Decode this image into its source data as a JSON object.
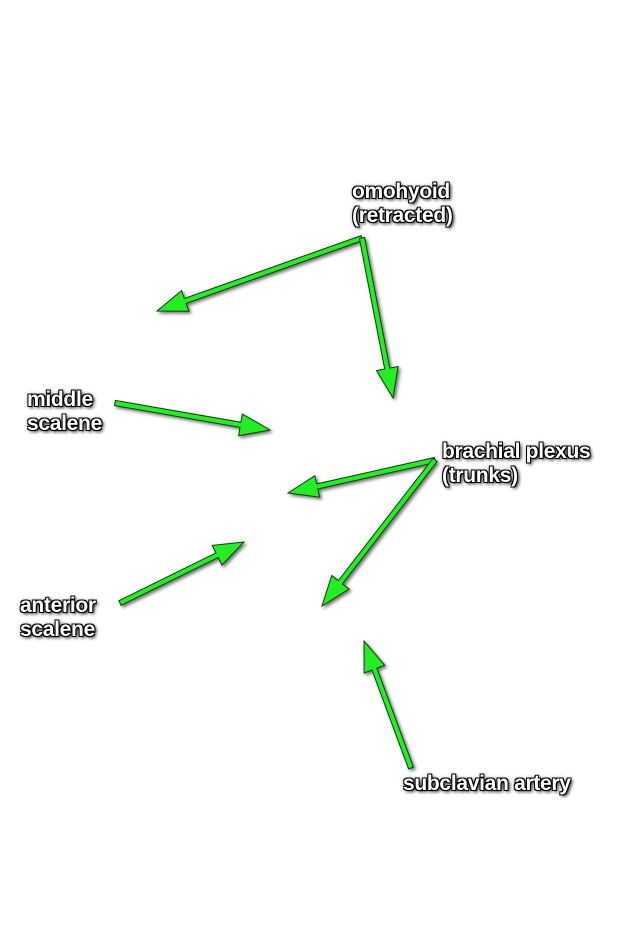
{
  "colors": {
    "arrow": "#22ee22",
    "arrow_outline": "#0a3d0a",
    "label_text": "#ffffff",
    "label_shadow": "#000000",
    "background": "#ffffff"
  },
  "labels": {
    "omohyoid": [
      "omohyoid",
      "(retracted)"
    ],
    "middle_scalene": [
      "middle",
      "scalene"
    ],
    "brachial_plexus": [
      "brachial plexus",
      "(trunks)"
    ],
    "anterior_scalene": [
      "anterior",
      "scalene"
    ],
    "subclavian_artery": [
      "subclavian artery"
    ]
  }
}
